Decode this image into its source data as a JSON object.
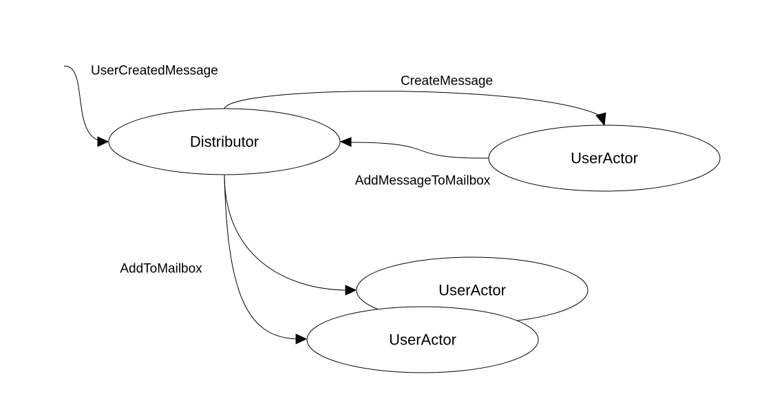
{
  "diagram": {
    "nodes": {
      "distributor": {
        "label": "Distributor"
      },
      "user_actor_right": {
        "label": "UserActor"
      },
      "user_actor_bottom_back": {
        "label": "UserActor"
      },
      "user_actor_bottom_front": {
        "label": "UserActor"
      }
    },
    "edges": {
      "user_created_message": {
        "label": "UserCreatedMessage"
      },
      "create_message": {
        "label": "CreateMessage"
      },
      "add_message_to_mailbox": {
        "label": "AddMessageToMailbox"
      },
      "add_to_mailbox": {
        "label": "AddToMailbox"
      }
    }
  }
}
